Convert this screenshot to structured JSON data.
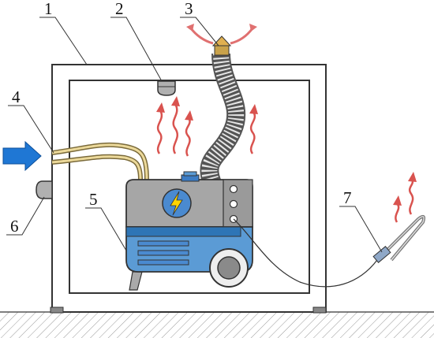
{
  "labels": {
    "l1": "1",
    "l2": "2",
    "l3": "3",
    "l4": "4",
    "l5": "5",
    "l6": "6",
    "l7": "7"
  },
  "colors": {
    "frame_stroke": "#333333",
    "frame_fill": "#ffffff",
    "generator_gray": "#a6a6a6",
    "generator_blue": "#5b9bd5",
    "generator_blue_dark": "#2e75b6",
    "bolt_yellow": "#ffd400",
    "heat_red": "#e06666",
    "inlet_arrow": "#1f77d4",
    "pipe_tan": "#d9c27a",
    "exhaust_cap": "#e0b050",
    "ground": "#999999"
  },
  "icons": {
    "inlet": "blue-arrow-right-icon",
    "exhaust": "exhaust-vent-icon",
    "heat": "heat-wave-icon",
    "bolt": "lightning-bolt-icon"
  }
}
